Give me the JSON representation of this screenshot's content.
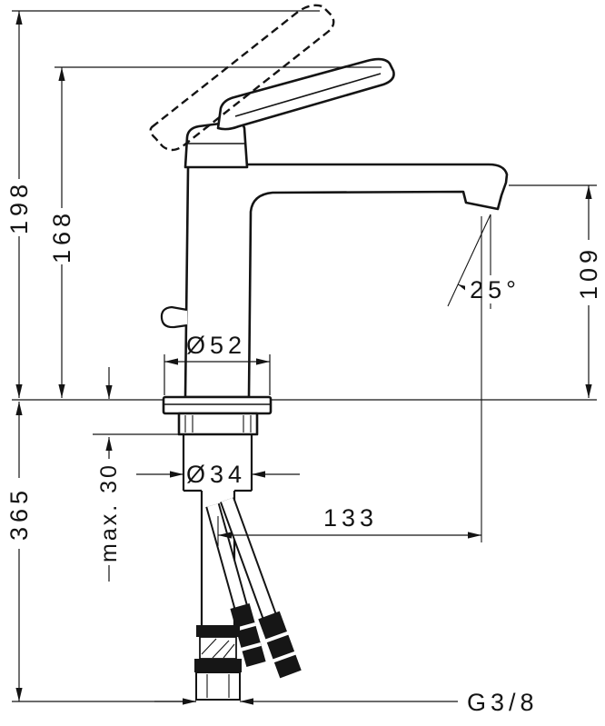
{
  "drawing": {
    "labels": {
      "overall_height": "198",
      "handle_height": "168",
      "install_depth": "365",
      "max_mounting_thickness": "max. 30",
      "base_diameter": "Ø52",
      "mounting_hole_diameter": "Ø34",
      "spout_reach": "133",
      "spout_height": "109",
      "spray_angle": "25°",
      "connection_thread": "G3/8"
    }
  }
}
